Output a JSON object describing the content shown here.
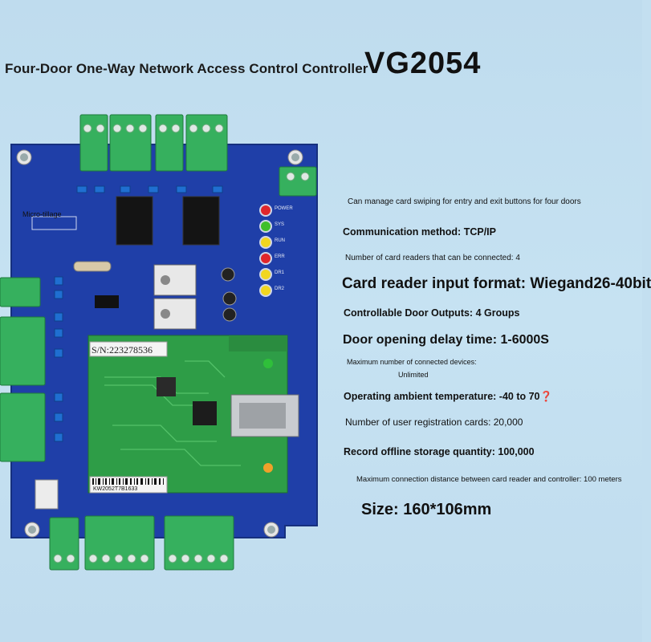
{
  "header": {
    "title": "Four-Door One-Way Network Access Control Controller",
    "model": "VG2054"
  },
  "board": {
    "brand_label": "Micro-tillage",
    "serial": "S/N:223278536",
    "sticker": "KW2052T7B1633",
    "led_labels": [
      "POWER",
      "SYS",
      "RUN",
      "ERR",
      "DR1",
      "DR2"
    ],
    "led_colors": [
      "#e0262b",
      "#3fbf2b",
      "#f1d620",
      "#e0262b",
      "#f1d620",
      "#f1d620"
    ],
    "pcb_color": "#1f3fa8",
    "module_color": "#2e9d47",
    "terminal_color": "#36b05e"
  },
  "specs": [
    {
      "text": "Can manage card swiping for entry and exit buttons for four doors",
      "size": "sm"
    },
    {
      "text": "Communication method: TCP/IP",
      "size": "md"
    },
    {
      "text": "Number of card readers that can be connected: 4",
      "size": "sm"
    },
    {
      "text": "Card reader input format: Wiegand26-40bit",
      "size": "lg"
    },
    {
      "text": "Controllable Door Outputs: 4 Groups",
      "size": "md"
    },
    {
      "text": "Door opening delay time: 1-6000S",
      "size": "xl"
    },
    {
      "text": "Maximum number of connected devices:",
      "size": "sm"
    },
    {
      "text": "Unlimited",
      "size": "sm"
    },
    {
      "text": "Operating ambient temperature: -40 to 70❓",
      "size": "md"
    },
    {
      "text": "Number of user registration cards: 20,000",
      "size": "md"
    },
    {
      "text": "Record offline storage quantity: 100,000",
      "size": "md"
    },
    {
      "text": "Maximum connection distance between card reader and controller: 100 meters",
      "size": "sm"
    },
    {
      "text": "Size: 160*106mm",
      "size": "xl"
    }
  ]
}
